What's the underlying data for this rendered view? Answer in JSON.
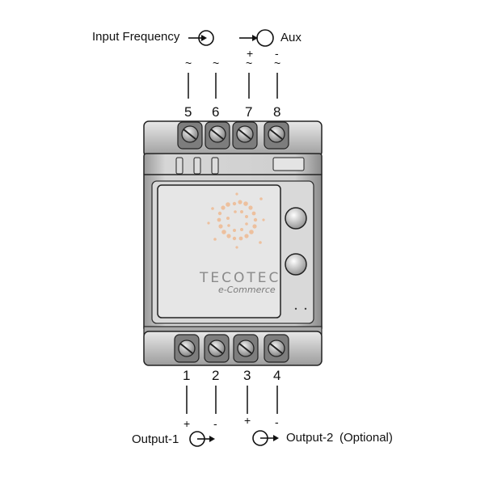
{
  "labels": {
    "input_frequency": "Input Frequency",
    "aux": "Aux",
    "output_1": "Output-1",
    "output_2": "Output-2",
    "optional": "(Optional)"
  },
  "top_terminals": [
    {
      "number": "5",
      "symbol": "~",
      "polarity": ""
    },
    {
      "number": "6",
      "symbol": "~",
      "polarity": ""
    },
    {
      "number": "7",
      "symbol": "~",
      "polarity": "+"
    },
    {
      "number": "8",
      "symbol": "~",
      "polarity": "-"
    }
  ],
  "bottom_terminals": [
    {
      "number": "1",
      "polarity": "+"
    },
    {
      "number": "2",
      "polarity": "-"
    },
    {
      "number": "3",
      "polarity": "+"
    },
    {
      "number": "4",
      "polarity": "-"
    }
  ],
  "watermark": {
    "brand": "TECOTEC",
    "tagline": "e-Commerce"
  },
  "colors": {
    "device_body": "#c9c9c9",
    "device_shade": "#8a8a8a",
    "outline": "#222222",
    "logo_accent": "#f0b486"
  }
}
